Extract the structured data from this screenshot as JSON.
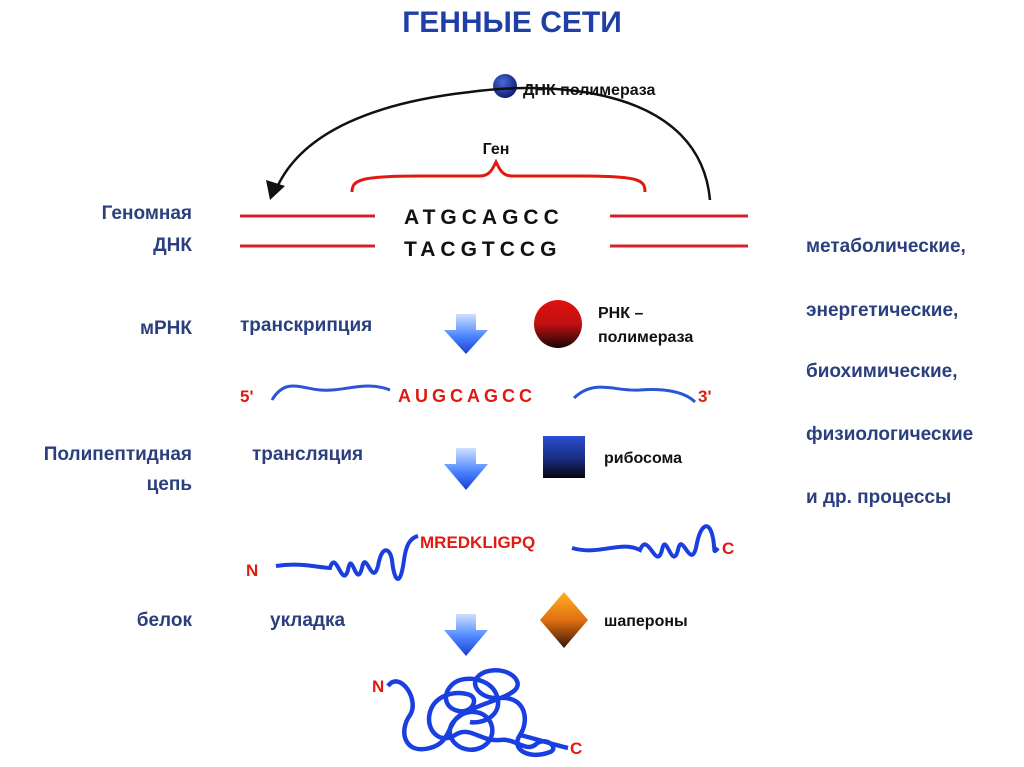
{
  "title": "ГЕННЫЕ СЕТИ",
  "dna_polymerase": "ДНК полимераза",
  "gene": "Ген",
  "left_labels": {
    "genomic": "Геномная",
    "dna": "ДНК",
    "mrna": "мРНК",
    "polypeptide": "Полипептидная",
    "chain": "цепь",
    "protein": "белок"
  },
  "dna_top": "ATGCAGCC",
  "dna_bottom": "TACGTCCG",
  "transcription": "транскрипция",
  "rna_polymerase_line1": "РНК –",
  "rna_polymerase_line2": "полимераза",
  "mrna_five": "5'",
  "mrna_seq": "AUGCAGCC",
  "mrna_three": "3'",
  "translation": "трансляция",
  "ribosome": "рибосома",
  "peptide_n": "N",
  "peptide_seq": "MREDKLIGPQ",
  "peptide_c": "C",
  "folding": "укладка",
  "chaperones": "шапероны",
  "folded_n": "N",
  "folded_c": "C",
  "processes": [
    "метаболические,",
    "энергетические,",
    "биохимические,",
    "физиологические",
    "и др.  процессы"
  ],
  "colors": {
    "title": "#1f3fa6",
    "label": "#2b3f7e",
    "dna_strand": "#d3202a",
    "mrna_strand": "#2a55d6",
    "protein": "#1a3fe0",
    "sequence_red": "#e01a10"
  }
}
